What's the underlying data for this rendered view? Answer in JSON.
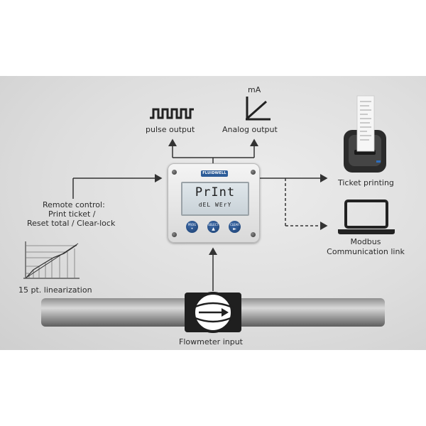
{
  "labels": {
    "pulse_output": "pulse output",
    "analog_output": "Analog output",
    "analog_unit": "mA",
    "ticket_printing": "Ticket printing",
    "modbus": "Modbus",
    "communication_link": "Communication link",
    "remote_control": "Remote control:",
    "print_ticket": "Print ticket /",
    "reset_total": "Reset total / Clear-lock",
    "linearization": "15 pt. linearization",
    "flowmeter_input": "Flowmeter input"
  },
  "device": {
    "brand": "FLUIDWELL",
    "lcd_main": "PrInt",
    "lcd_sub": "dEL WErY",
    "buttons": [
      {
        "label": "PROG",
        "symbol": "•"
      },
      {
        "label": "SELECT",
        "symbol": "▲"
      },
      {
        "label": "CLEAR",
        "symbol": "►"
      }
    ]
  },
  "colors": {
    "background_panel": "#dcdcdc",
    "device_blue": "#2c5c98",
    "lines": "#333333"
  }
}
